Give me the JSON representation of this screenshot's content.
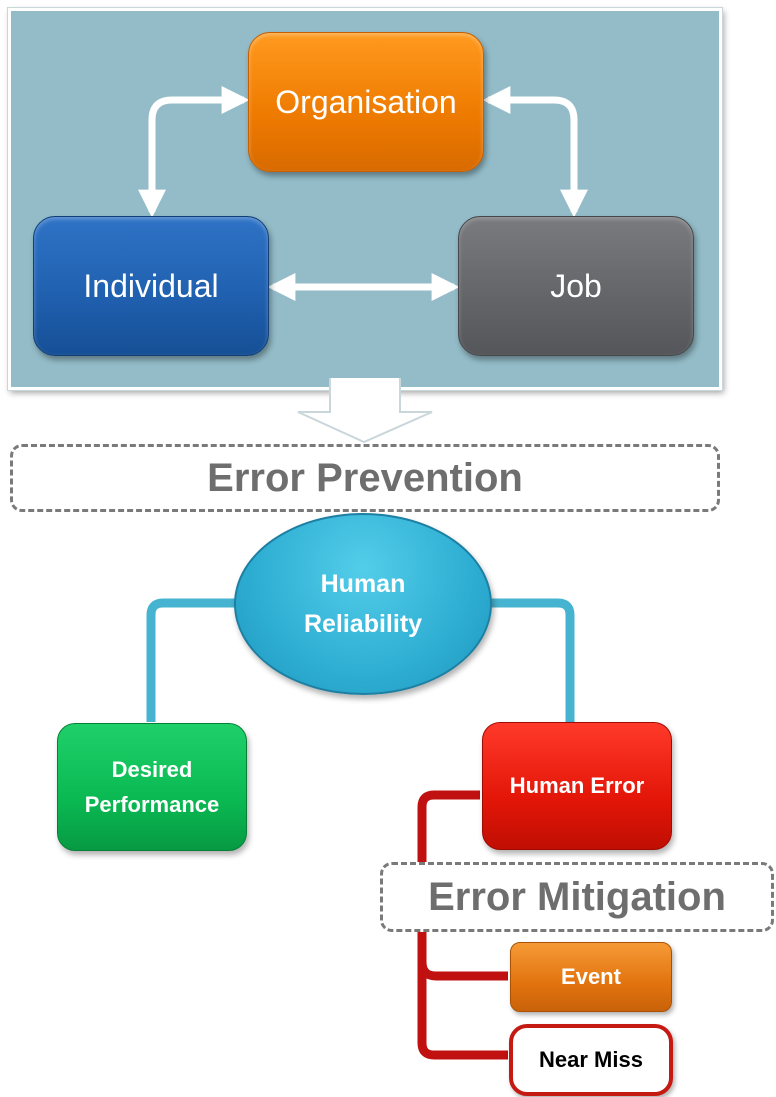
{
  "diagram": {
    "factors": {
      "organisation": "Organisation",
      "individual": "Individual",
      "job": "Job"
    },
    "error_prevention": "Error Prevention",
    "human_reliability": [
      "Human",
      "Reliability"
    ],
    "desired_performance": [
      "Desired",
      "Performance"
    ],
    "human_error": "Human Error",
    "error_mitigation": "Error Mitigation",
    "event": "Event",
    "near_miss": "Near Miss"
  },
  "colors": {
    "panel_bg": "#93bcc8",
    "organisation": "#ee7a00",
    "individual": "#1f5fae",
    "job": "#636468",
    "human_reliability": "#2eaed3",
    "desired_performance": "#0ab952",
    "human_error": "#e31608",
    "event": "#e2730e",
    "near_miss_border": "#c41a12",
    "dashed_label_text": "#6e6e6e"
  }
}
